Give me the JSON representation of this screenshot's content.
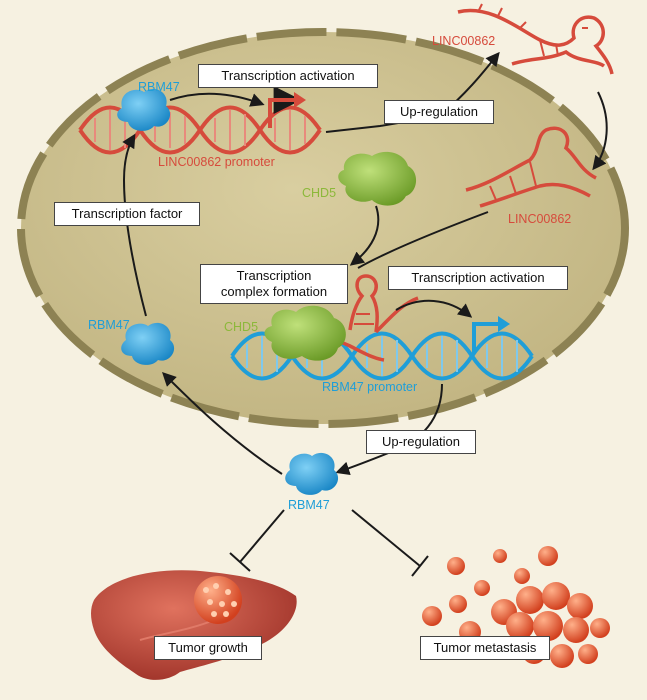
{
  "colors": {
    "background": "#f6f1e1",
    "nucleus_fill": "#cbbf8e",
    "nucleus_border": "#8d8253",
    "lnc_red": "#d64b3c",
    "rbm47_blue": "#1f9ed8",
    "chd5_green": "#8cb83a",
    "liver_red": "#c4473c",
    "tumor_orange": "#e8663d"
  },
  "labels": {
    "rbm47_top": "RBM47",
    "linc_promoter": "LINC00862 promoter",
    "linc_top": "LINC00862",
    "linc_mid": "LINC00862",
    "chd5_upper": "CHD5",
    "chd5_lower": "CHD5",
    "rbm47_left": "RBM47",
    "rbm47_promoter": "RBM47 promoter",
    "rbm47_bottom": "RBM47"
  },
  "boxes": {
    "transcription_activation_top": "Transcription activation",
    "up_regulation_top": "Up-regulation",
    "transcription_factor": "Transcription factor",
    "complex_line1": "Transcription",
    "complex_line2": "complex formation",
    "transcription_activation_mid": "Transcription activation",
    "up_regulation_bottom": "Up-regulation",
    "tumor_growth": "Tumor growth",
    "tumor_metastasis": "Tumor metastasis"
  },
  "icons": [
    "rbm47-protein-icon",
    "chd5-protein-icon",
    "dna-helix-icon",
    "lncrna-strand-icon",
    "liver-icon",
    "tumor-cells-icon",
    "promoter-arrow-icon",
    "inhibition-bar-icon"
  ]
}
